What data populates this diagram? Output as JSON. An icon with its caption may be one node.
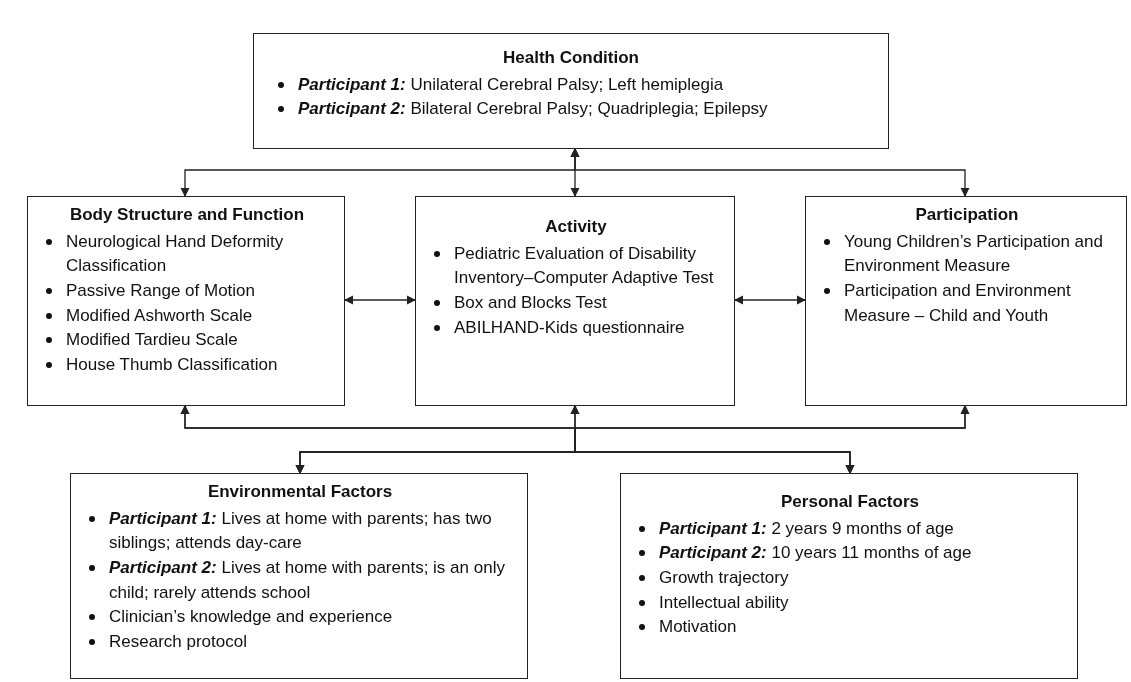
{
  "diagram": {
    "nodes": [
      {
        "text": [
          "Health Condition",
          "**Participant 1:** Unilateral Cerebral Palsy; Left hemiplegia",
          "**Participant 2:** Bilateral Cerebral Palsy; Quadriplegia; Epilepsy"
        ]
      },
      {
        "text": [
          "Body Structure and Function",
          "Neurological Hand Deformity Classification",
          "Passive Range of Motion",
          "Modified Ashworth Scale",
          "Modified Tardieu Scale",
          "House Thumb Classification"
        ]
      },
      {
        "text": [
          "Activity",
          "Pediatric Evaluation of Disability Inventory–Computer Adaptive Test",
          "Box and Blocks Test",
          "ABILHAND-Kids questionnaire"
        ]
      },
      {
        "text": [
          "Participation",
          "Young Children’s Participation and Environment Measure",
          "Participation and Environment Measure – Child and Youth"
        ]
      },
      {
        "text": [
          "Environmental Factors",
          "**Participant 1:** Lives at home with parents; has two siblings; attends day-care",
          "**Participant 2:** Lives at home with parents; is an only child; rarely attends school",
          "Clinician’s knowledge and experience",
          "Research protocol"
        ]
      },
      {
        "text": [
          "Personal Factors",
          "**Participant 1:** 2 years 9 months of age",
          "**Participant 2:** 10 years 11 months of age",
          "Growth trajectory",
          "Intellectual ability",
          "Motivation"
        ]
      }
    ],
    "edges": [
      {
        "from": 0,
        "to": 1,
        "arrow": "both"
      },
      {
        "from": 0,
        "to": 2,
        "arrow": "both"
      },
      {
        "from": 0,
        "to": 3,
        "arrow": "both"
      },
      {
        "from": 1,
        "to": 2,
        "arrow": "both"
      },
      {
        "from": 2,
        "to": 3,
        "arrow": "both"
      },
      {
        "from": 4,
        "to": 1,
        "arrow": "both"
      },
      {
        "from": 4,
        "to": 2,
        "arrow": "both"
      },
      {
        "from": 4,
        "to": 3,
        "arrow": "both"
      },
      {
        "from": 5,
        "to": 1,
        "arrow": "both"
      },
      {
        "from": 5,
        "to": 2,
        "arrow": "both"
      },
      {
        "from": 5,
        "to": 3,
        "arrow": "both"
      }
    ]
  }
}
